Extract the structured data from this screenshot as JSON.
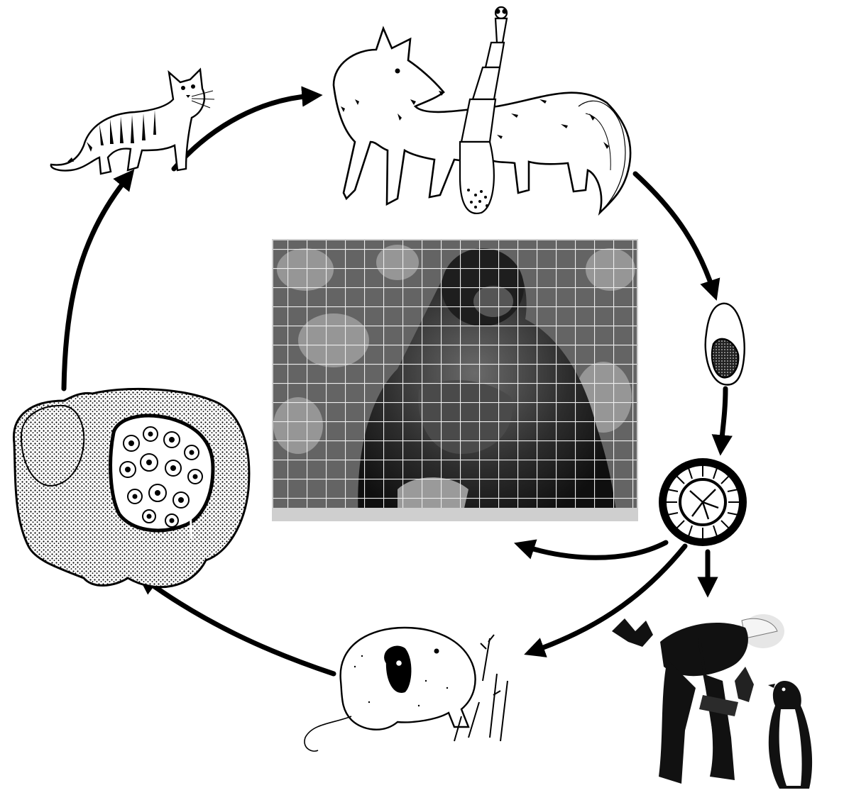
{
  "diagram": {
    "title": "",
    "colors": {
      "ink": "#000000",
      "paper": "#ffffff",
      "photo_dark": "#2a2a2a",
      "photo_mid": "#6a6a6a",
      "photo_light": "#bdbdbd",
      "grid": "#e8e8e8"
    },
    "nodes": [
      {
        "id": "cat",
        "kind": "illustration",
        "subject": "cat-icon"
      },
      {
        "id": "fox",
        "kind": "illustration",
        "subject": "fox-icon"
      },
      {
        "id": "adult-tapeworm",
        "kind": "illustration",
        "subject": "tapeworm-icon"
      },
      {
        "id": "gravid-proglottid",
        "kind": "illustration",
        "subject": "proglottid-icon"
      },
      {
        "id": "egg",
        "kind": "illustration",
        "subject": "egg-icon"
      },
      {
        "id": "human-and-penguin",
        "kind": "photo",
        "subject": "gardener-penguin-photo"
      },
      {
        "id": "rodent",
        "kind": "illustration",
        "subject": "rodent-icon"
      },
      {
        "id": "liver-cyst",
        "kind": "illustration",
        "subject": "liver-cyst-icon"
      },
      {
        "id": "gorilla",
        "kind": "photo",
        "subject": "gorilla-photo"
      }
    ],
    "edges": [
      {
        "from": "cat",
        "to": "fox"
      },
      {
        "from": "fox",
        "to": "gravid-proglottid"
      },
      {
        "from": "gravid-proglottid",
        "to": "egg"
      },
      {
        "from": "egg",
        "to": "human-and-penguin"
      },
      {
        "from": "egg",
        "to": "gorilla"
      },
      {
        "from": "egg",
        "to": "rodent"
      },
      {
        "from": "rodent",
        "to": "liver-cyst"
      },
      {
        "from": "liver-cyst",
        "to": "cat"
      }
    ]
  }
}
